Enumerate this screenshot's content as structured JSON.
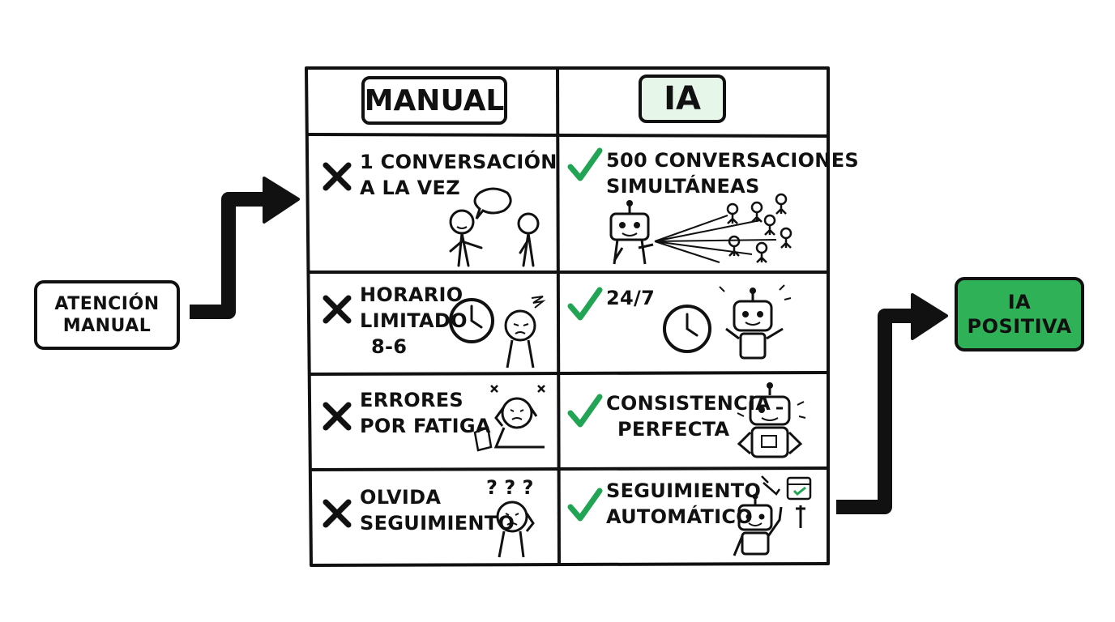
{
  "start_node": {
    "label_line1": "ATENCIÓN",
    "label_line2": "MANUAL"
  },
  "end_node": {
    "label_line1": "IA",
    "label_line2": "POSITIVA"
  },
  "colors": {
    "ink": "#111111",
    "accent_green": "#2fb257",
    "check_green": "#21a453",
    "ia_header_fill": "#e6f7ea"
  },
  "table": {
    "columns": [
      {
        "title": "MANUAL",
        "mark": "x-icon"
      },
      {
        "title": "IA",
        "mark": "checkmark-icon"
      }
    ],
    "rows": [
      {
        "manual": {
          "line1": "1 CONVERSACIÓN",
          "line2": "A LA VEZ",
          "illustration": "two-people-talking-icon"
        },
        "ia": {
          "line1": "500 CONVERSACIONES",
          "line2": "SIMULTÁNEAS",
          "illustration": "robot-broadcasting-to-crowd-icon"
        }
      },
      {
        "manual": {
          "line1": "HORARIO",
          "line2": "LIMITADO",
          "line3": "8-6",
          "illustration": "clock-tired-person-icon"
        },
        "ia": {
          "line1": "24/7",
          "illustration": "clock-robot-icon"
        }
      },
      {
        "manual": {
          "line1": "ERRORES",
          "line2": "POR FATIGA",
          "illustration": "stressed-person-desk-icon"
        },
        "ia": {
          "line1": "CONSISTENCIA",
          "line2": "PERFECTA",
          "illustration": "confident-robot-icon"
        }
      },
      {
        "manual": {
          "line1": "OLVIDA",
          "line2": "SEGUIMIENTO",
          "illustration": "confused-person-icon"
        },
        "ia": {
          "line1": "SEGUIMIENTO",
          "line2": "AUTOMÁTICO",
          "illustration": "robot-with-tools-calendar-icon"
        }
      }
    ]
  }
}
